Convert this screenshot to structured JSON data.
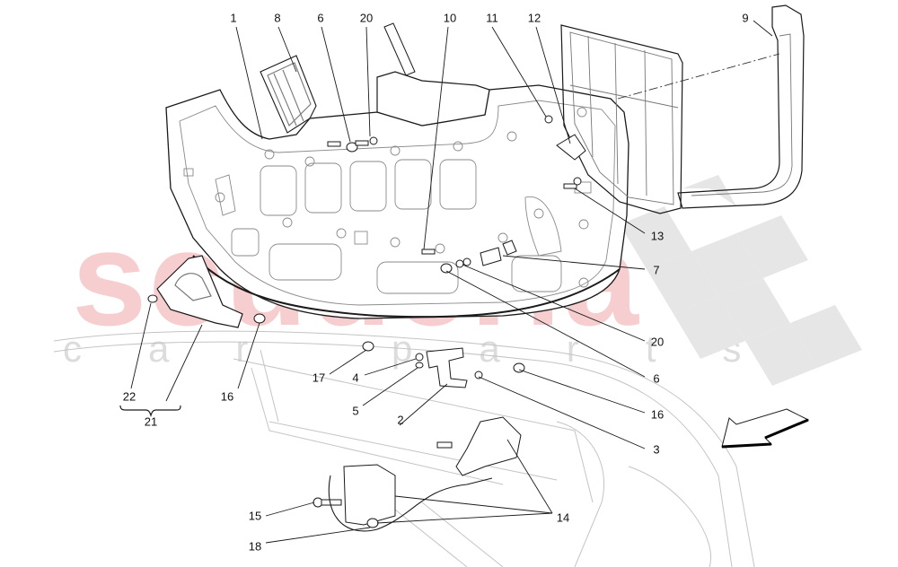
{
  "diagram": {
    "title": "Rear engine lid / hood lock exploded parts diagram",
    "watermark": {
      "main": "scuderia",
      "sub": "car parts",
      "main_color": "#f7c9cb",
      "sub_color": "#dcdcdc",
      "checker_color": "#e3e3e3"
    },
    "line_color": "#1a1a1a",
    "faint_line_color": "#bdbdbd",
    "direction_arrow": "arrow-down-left-icon",
    "callouts": [
      {
        "id": "c1",
        "label": "1"
      },
      {
        "id": "c8",
        "label": "8"
      },
      {
        "id": "c6a",
        "label": "6"
      },
      {
        "id": "c20a",
        "label": "20"
      },
      {
        "id": "c10",
        "label": "10"
      },
      {
        "id": "c11",
        "label": "11"
      },
      {
        "id": "c12",
        "label": "12"
      },
      {
        "id": "c9",
        "label": "9"
      },
      {
        "id": "c13",
        "label": "13"
      },
      {
        "id": "c7",
        "label": "7"
      },
      {
        "id": "c20b",
        "label": "20"
      },
      {
        "id": "c6b",
        "label": "6"
      },
      {
        "id": "c16a",
        "label": "16"
      },
      {
        "id": "c16b",
        "label": "16"
      },
      {
        "id": "c3",
        "label": "3"
      },
      {
        "id": "c17",
        "label": "17"
      },
      {
        "id": "c4",
        "label": "4"
      },
      {
        "id": "c5",
        "label": "5"
      },
      {
        "id": "c2",
        "label": "2"
      },
      {
        "id": "c22",
        "label": "22"
      },
      {
        "id": "c21",
        "label": "21"
      },
      {
        "id": "c14",
        "label": "14"
      },
      {
        "id": "c15",
        "label": "15"
      },
      {
        "id": "c18",
        "label": "18"
      }
    ]
  }
}
